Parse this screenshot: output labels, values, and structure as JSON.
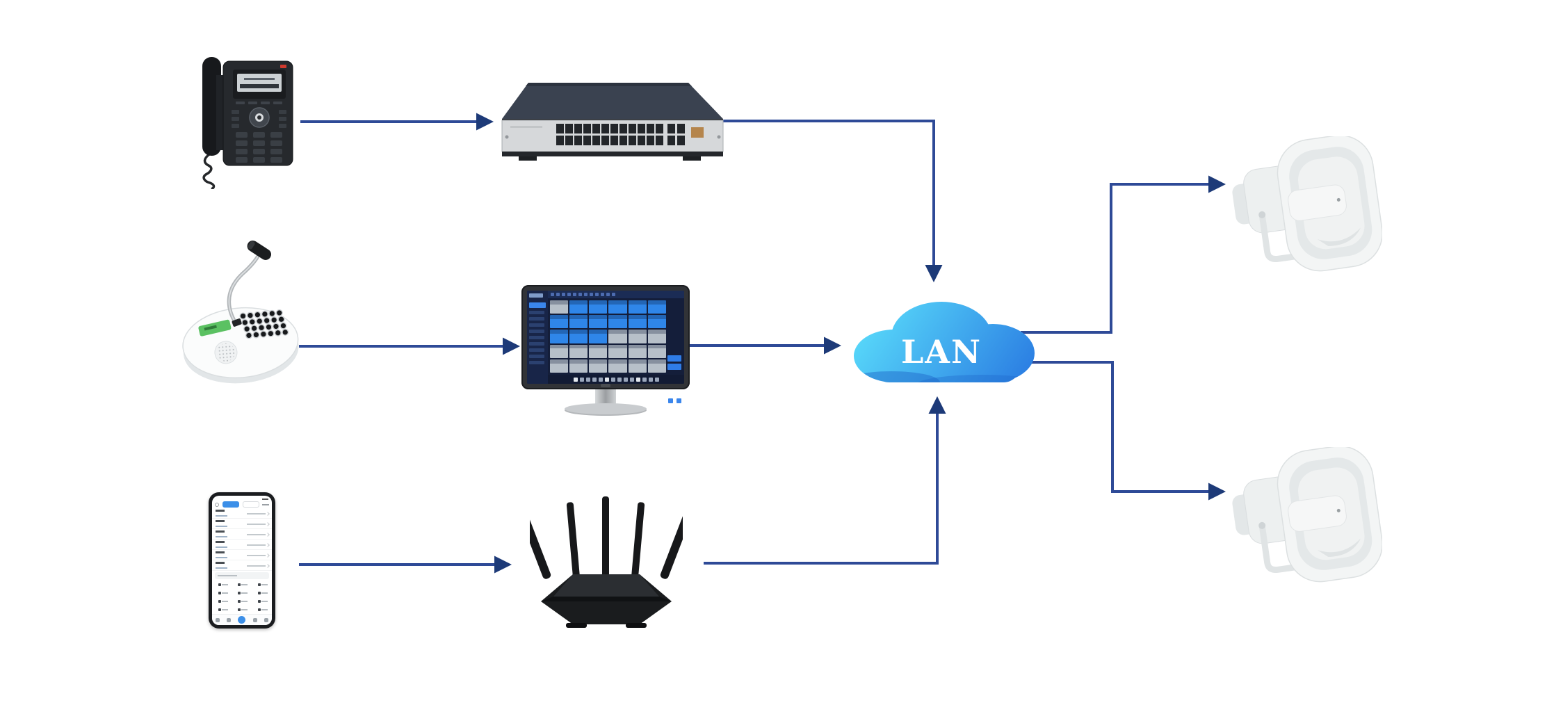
{
  "page": {
    "background": "#ffffff"
  },
  "colors": {
    "connector": "#2e4a97",
    "arrowhead": "#1d3a78",
    "cloud_gradient_start": "#5ce1fc",
    "cloud_gradient_end": "#2a7ce2",
    "cloud_label_color": "#ffffff",
    "screen_tile_blue": "#2f86e9",
    "screen_tile_gray": "#b7c0c9",
    "screen_bg": "#141e3a",
    "accent_blue": "#3c8fe8",
    "led_red": "#d03a2e",
    "label_green": "#5bc162"
  },
  "cloud": {
    "label": "LAN"
  },
  "nodes": [
    {
      "id": "ip-phone",
      "name": "IP desk phone"
    },
    {
      "id": "ethernet-switch",
      "name": "24-port network switch",
      "ports": 24
    },
    {
      "id": "paging-microphone",
      "name": "desktop paging microphone",
      "keys": 24
    },
    {
      "id": "dispatch-monitor",
      "name": "dispatch software monitor"
    },
    {
      "id": "smartphone-app",
      "name": "smartphone softphone app"
    },
    {
      "id": "wifi-router",
      "name": "wireless router",
      "antennas": 5
    },
    {
      "id": "lan-cloud",
      "name": "LAN network cloud"
    },
    {
      "id": "horn-speaker-top",
      "name": "IP horn speaker"
    },
    {
      "id": "horn-speaker-bottom",
      "name": "IP horn speaker"
    }
  ],
  "connections": [
    {
      "from": "ip-phone",
      "to": "ethernet-switch"
    },
    {
      "from": "ethernet-switch",
      "to": "lan-cloud"
    },
    {
      "from": "paging-microphone",
      "to": "dispatch-monitor"
    },
    {
      "from": "dispatch-monitor",
      "to": "lan-cloud"
    },
    {
      "from": "smartphone-app",
      "to": "wifi-router"
    },
    {
      "from": "wifi-router",
      "to": "lan-cloud"
    },
    {
      "from": "lan-cloud",
      "to": "horn-speaker-top"
    },
    {
      "from": "lan-cloud",
      "to": "horn-speaker-bottom"
    }
  ],
  "monitor_screen": {
    "grid_columns": 6,
    "grid_pattern": [
      "gbbbbb",
      "bbbbbb",
      "bbbggg",
      "gggggg",
      "gggggg"
    ],
    "sidebar_items": 11,
    "top_icons": 12,
    "bottom_icons": 14
  },
  "phone_app": {
    "call_rows": 6,
    "dialpad_keys": 12,
    "nav_items": 5,
    "active_nav_index": 2
  },
  "ip_phone": {
    "keypad_keys": 12
  }
}
